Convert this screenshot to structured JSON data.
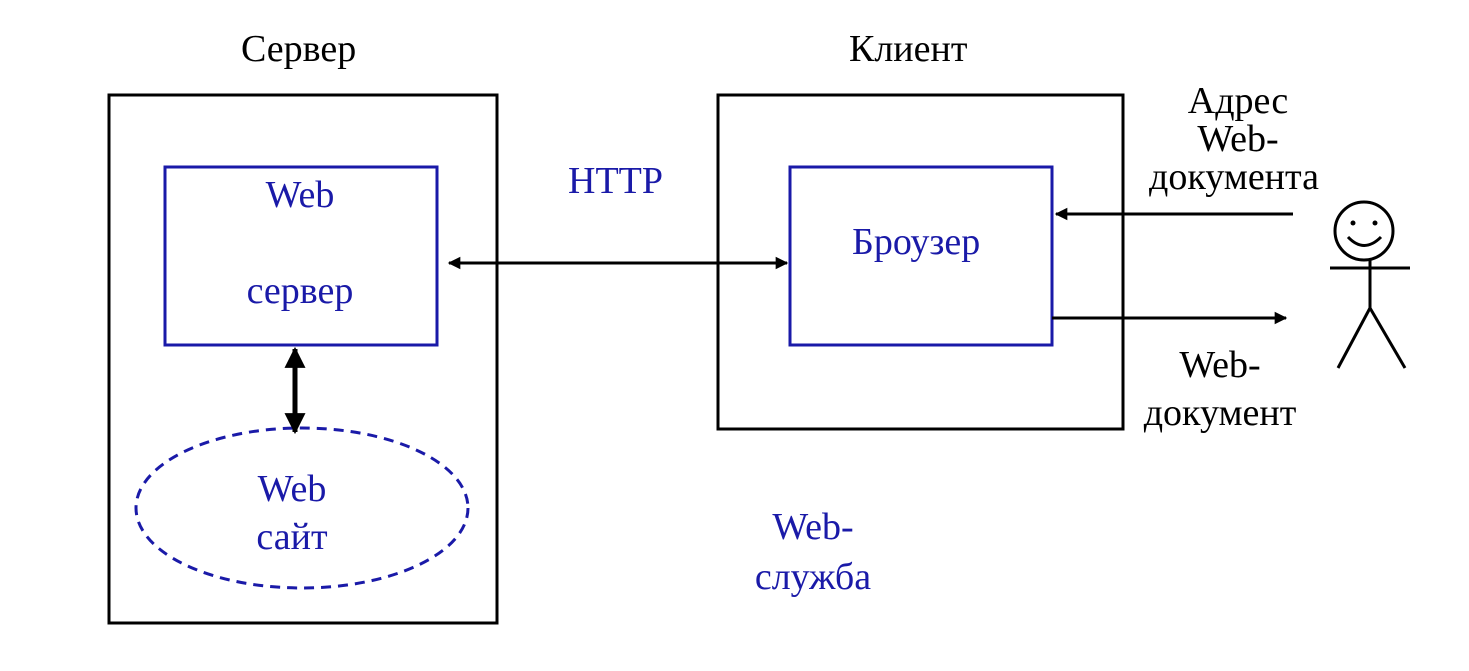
{
  "colors": {
    "outline": "#000000",
    "accent": "#1a1aa8"
  },
  "labels": {
    "server_title": "Сервер",
    "client_title": "Клиент",
    "web_server_line1": "Web",
    "web_server_line2": "сервер",
    "website_line1": "Web",
    "website_line2": "сайт",
    "protocol": "HTTP",
    "browser": "Броузер",
    "address_line1": "Адрес",
    "address_line2": "Web-",
    "address_line3": "документа",
    "doc_line1": "Web-",
    "doc_line2": "документ",
    "service_line1": "Web-",
    "service_line2": "служба"
  },
  "icons": {
    "user": "stick-figure-icon"
  }
}
